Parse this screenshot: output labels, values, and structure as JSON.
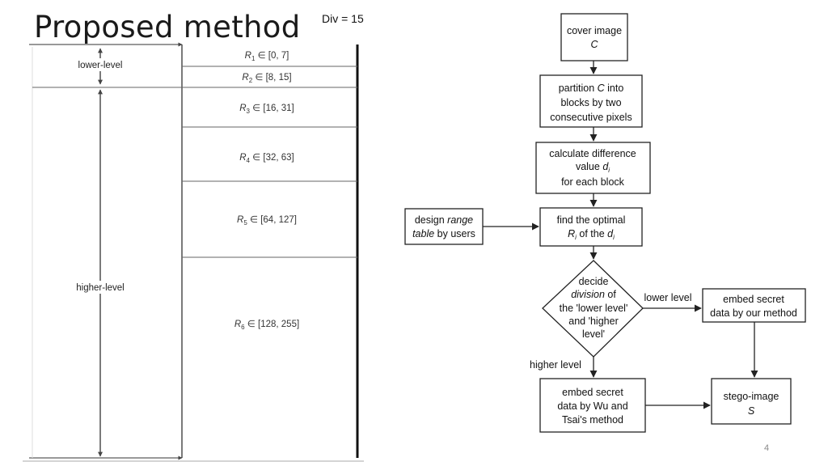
{
  "slide": {
    "title": "Proposed method",
    "div_label": "Div = 15",
    "page_number": "4"
  },
  "range_table": {
    "levels": [
      {
        "label": "lower-level"
      },
      {
        "label": "higher-level"
      }
    ],
    "ranges": [
      {
        "name": "R",
        "sub": "1",
        "interval": " ∈ [0, 7]"
      },
      {
        "name": "R",
        "sub": "2",
        "interval": " ∈ [8, 15]"
      },
      {
        "name": "R",
        "sub": "3",
        "interval": " ∈ [16, 31]"
      },
      {
        "name": "R",
        "sub": "4",
        "interval": " ∈ [32, 63]"
      },
      {
        "name": "R",
        "sub": "5",
        "interval": " ∈ [64, 127]"
      },
      {
        "name": "R",
        "sub": "6",
        "interval": " ∈ [128, 255]"
      }
    ]
  },
  "flowchart": {
    "cover": {
      "line1": "cover image",
      "line2": "C"
    },
    "partition": {
      "p1": "partition ",
      "p1i": "C",
      "p1b": " into",
      "line2": "blocks by two",
      "line3": "consecutive pixels"
    },
    "calc": {
      "line1": "calculate difference",
      "line2a": "value ",
      "line2i": "d",
      "line2s": "i",
      "line3": "for each block"
    },
    "design": {
      "line1a": "design ",
      "line1i": "range",
      "line2i": "table",
      "line2b": " by users"
    },
    "find": {
      "line1": "find the optimal",
      "line2i": "R",
      "line2s": "i",
      "line2b": " of the ",
      "line2i2": "d",
      "line2s2": "i"
    },
    "decide": {
      "line1": "decide",
      "line2i": "division",
      "line2b": " of",
      "line3": "the 'lower level'",
      "line4": "and 'higher",
      "line5": "level'"
    },
    "embed_ours": {
      "line1": "embed secret",
      "line2": "data by our method"
    },
    "embed_wu": {
      "line1": "embed secret",
      "line2": "data by Wu and",
      "line3": "Tsai's method"
    },
    "stego": {
      "line1": "stego-image",
      "line2": "S"
    },
    "edge_lower": "lower level",
    "edge_higher": "higher level"
  }
}
